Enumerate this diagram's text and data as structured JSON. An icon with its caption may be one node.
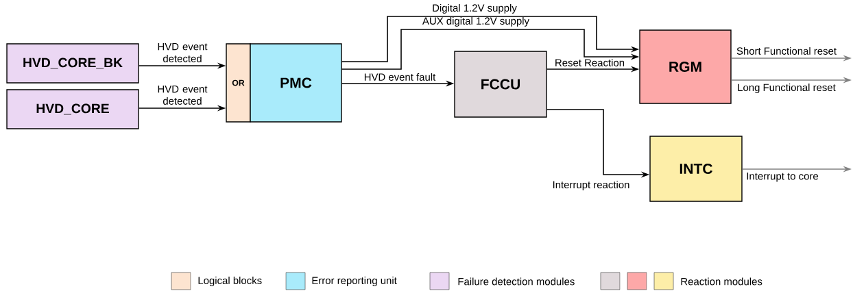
{
  "diagram": {
    "nodes": [
      {
        "text": [
          "HVD_CORE_BK"
        ]
      },
      {
        "text": [
          "HVD_CORE"
        ]
      },
      {
        "text": [
          "OR"
        ]
      },
      {
        "text": [
          "PMC"
        ]
      },
      {
        "text": [
          "FCCU"
        ]
      },
      {
        "text": [
          "RGM"
        ]
      },
      {
        "text": [
          "INTC"
        ]
      }
    ],
    "edges": [
      {
        "from": 0,
        "to": 2,
        "arrow": "to",
        "label": "HVD event detected"
      },
      {
        "from": 1,
        "to": 2,
        "arrow": "to",
        "label": "HVD event detected"
      },
      {
        "from": 3,
        "to": 5,
        "arrow": "to",
        "label": "Digital 1.2V supply"
      },
      {
        "from": 3,
        "to": 5,
        "arrow": "to",
        "label": "AUX digital 1.2V supply"
      },
      {
        "from": 3,
        "to": 4,
        "arrow": "to",
        "label": "HVD event fault"
      },
      {
        "from": 4,
        "to": 5,
        "arrow": "to",
        "label": "Reset Reaction"
      },
      {
        "from": 4,
        "to": 6,
        "arrow": "to",
        "label": "Interrupt reaction"
      },
      {
        "from": 5,
        "to": null,
        "arrow": "to",
        "label": "Short Functional reset",
        "color": "#808080"
      },
      {
        "from": 5,
        "to": null,
        "arrow": "to",
        "label": "Long Functional reset",
        "color": "#808080"
      },
      {
        "from": 6,
        "to": null,
        "arrow": "to",
        "label": "Interrupt to core",
        "color": "#808080"
      }
    ],
    "legend": [
      {
        "text": "Logical blocks",
        "color": "#fde4d0"
      },
      {
        "text": "Error reporting unit",
        "color": "#a9ebfb"
      },
      {
        "text": "Failure detection modules",
        "color": "#ebd7f3"
      },
      {
        "text": "Reaction modules",
        "color": "#e0d9dc"
      }
    ]
  }
}
